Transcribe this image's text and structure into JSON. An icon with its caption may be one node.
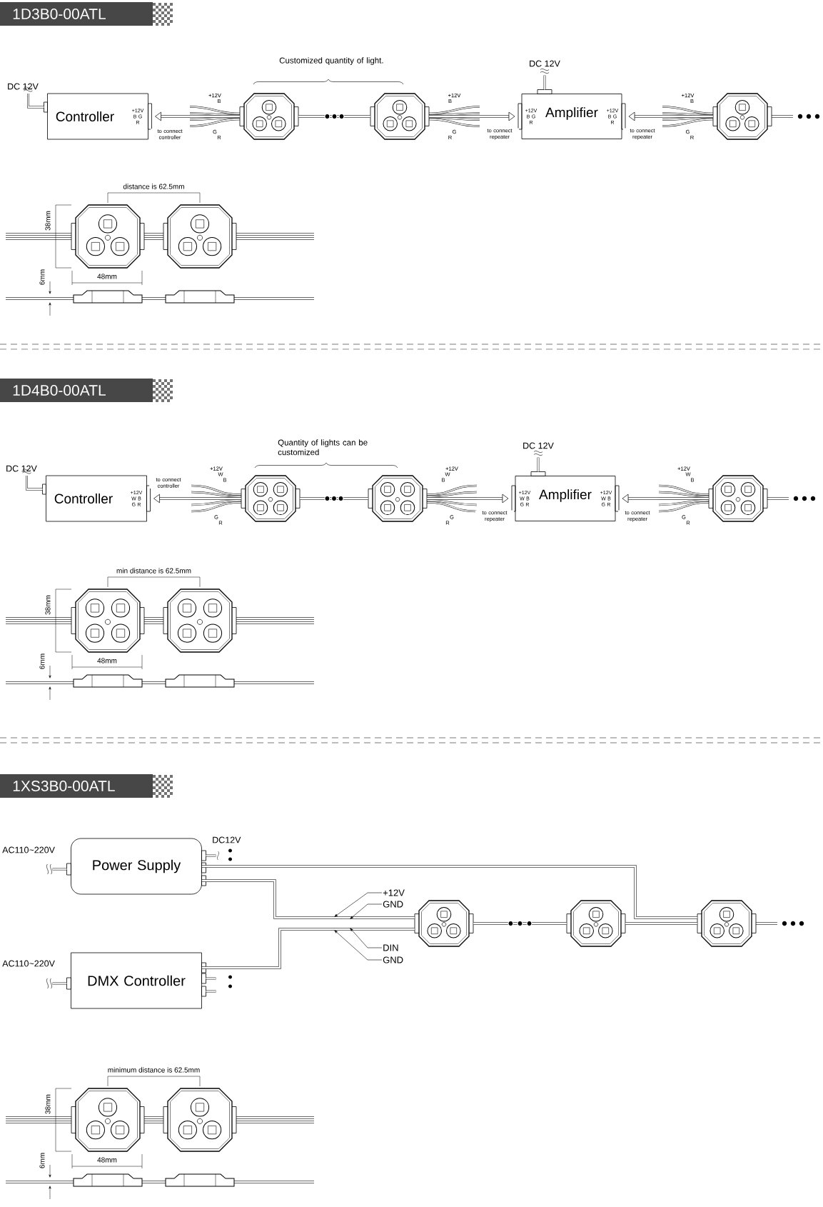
{
  "diagram": {
    "nodes": [
      {
        "text": [
          "Controller",
          "+12V B G R"
        ]
      },
      {
        "text": [],
        "shape": "picture"
      },
      {
        "text": [],
        "shape": "picture"
      },
      {
        "text": [
          "+12V B G R",
          "Amplifier",
          "+12V B G R"
        ]
      },
      {
        "text": [],
        "shape": "picture"
      },
      {
        "text": [
          "Controller",
          "+12V W B G R"
        ]
      },
      {
        "text": [],
        "shape": "picture"
      },
      {
        "text": [],
        "shape": "picture"
      },
      {
        "text": [
          "+12V W B G R",
          "Amplifier",
          "+12V W B G R"
        ]
      },
      {
        "text": [],
        "shape": "picture"
      },
      {
        "text": [
          "Power Supply"
        ]
      },
      {
        "text": [
          "+12V"
        ]
      },
      {
        "text": [
          "GND"
        ]
      },
      {
        "text": [],
        "shape": "picture"
      },
      {
        "text": [],
        "shape": "picture"
      },
      {
        "text": [],
        "shape": "picture"
      },
      {
        "text": [
          "DIN"
        ]
      },
      {
        "text": [
          "GND"
        ]
      },
      {
        "text": [
          "DMX Controller"
        ]
      }
    ],
    "edges": [
      {
        "from": 1,
        "to": 0,
        "arrow": "to",
        "label": "to connect controller"
      },
      {
        "from": 1,
        "to": 2,
        "arrow": "none"
      },
      {
        "from": 2,
        "to": 3,
        "arrow": "to",
        "label": "to connect repeater"
      },
      {
        "from": 4,
        "to": 3,
        "arrow": "to",
        "label": "to connect repeater"
      },
      {
        "from": 6,
        "to": 5,
        "arrow": "to",
        "label": "to connect controller"
      },
      {
        "from": 6,
        "to": 7,
        "arrow": "none"
      },
      {
        "from": 7,
        "to": 8,
        "arrow": "to",
        "label": "to connect repeater"
      },
      {
        "from": 9,
        "to": 8,
        "arrow": "to",
        "label": "to connect repeater"
      },
      {
        "from": 10,
        "to": 13,
        "arrow": "none"
      },
      {
        "from": 10,
        "to": 15,
        "arrow": "none"
      },
      {
        "from": 18,
        "to": 13,
        "arrow": "none"
      },
      {
        "from": 13,
        "to": 14,
        "arrow": "none"
      },
      {
        "from": 14,
        "to": 15,
        "arrow": "none"
      },
      {
        "from": 11,
        "to": null,
        "arrow": "to"
      },
      {
        "from": 12,
        "to": null,
        "arrow": "to"
      },
      {
        "from": 16,
        "to": null,
        "arrow": "to"
      },
      {
        "from": 17,
        "to": null,
        "arrow": "to"
      }
    ],
    "labels": [
      "1D3B0-00ATL",
      "Customized quantity of light.",
      "DC 12V",
      "DC 12V",
      "+12V",
      "B",
      "G",
      "R",
      "+12V",
      "B",
      "G",
      "R",
      "+12V",
      "B",
      "G",
      "R",
      "distance is 62.5mm",
      "38mm",
      "6mm",
      "48mm",
      "1D4B0-00ATL",
      "Quantity of lights can be customized",
      "DC 12V",
      "DC 12V",
      "+12V",
      "W",
      "B",
      "G",
      "R",
      "+12V",
      "W",
      "B",
      "G",
      "R",
      "+12V",
      "W",
      "B",
      "G",
      "R",
      "min distance is 62.5mm",
      "38mm",
      "6mm",
      "48mm",
      "1XS3B0-00ATL",
      "AC110~220V",
      "DC12V",
      "AC110~220V",
      "minimum distance is 62.5mm",
      "38mm",
      "6mm",
      "48mm"
    ]
  }
}
